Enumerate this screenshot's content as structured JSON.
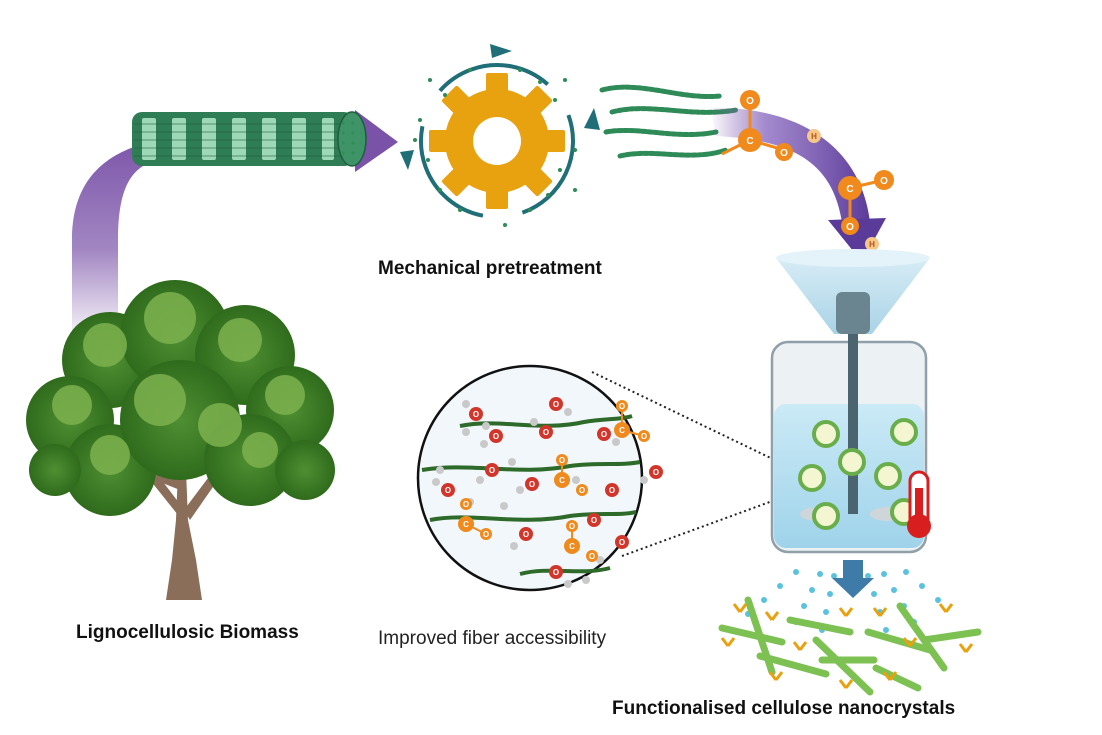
{
  "labels": {
    "mechanical": "Mechanical pretreatment",
    "biomass": "Lignocellulosic Biomass",
    "fiber": "Improved fiber accessibility",
    "nanocrystals": "Functionalised cellulose nanocrystals"
  },
  "atoms": {
    "oxygen": "O",
    "carbon": "C",
    "hydrogen": "H"
  },
  "colors": {
    "gear": "#E8A10F",
    "fiber_green": "#2E8B57",
    "arrow_purple": "#7A52A8",
    "oxygen_red": "#D2362A",
    "carbon_orange": "#F08A1C",
    "hydrogen_grey": "#C9C9C9",
    "cycle_arrows": "#1F6E78",
    "liquid": "#BFE4F2",
    "thermometer": "#D81E1E"
  }
}
